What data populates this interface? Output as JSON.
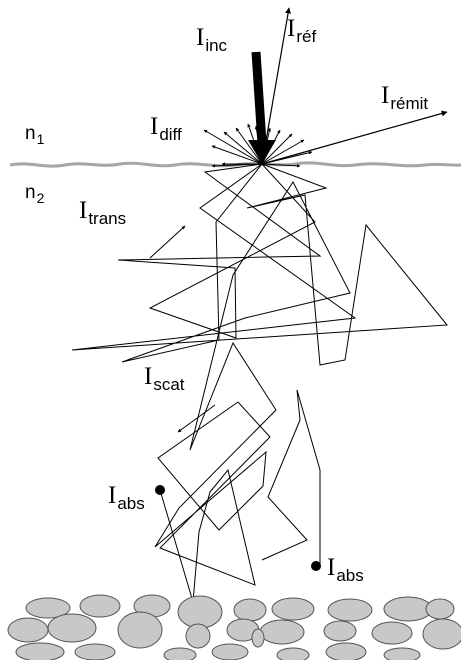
{
  "media": {
    "n1": {
      "base": "n",
      "sub": "1"
    },
    "n2": {
      "base": "n",
      "sub": "2"
    }
  },
  "labels": {
    "inc": {
      "base": "I",
      "sub": "inc"
    },
    "ref": {
      "base": "I",
      "sub": "réf"
    },
    "remit": {
      "base": "I",
      "sub": "rémit"
    },
    "diff": {
      "base": "I",
      "sub": "diff"
    },
    "trans": {
      "base": "I",
      "sub": "trans"
    },
    "scat": {
      "base": "I",
      "sub": "scat"
    },
    "abs1": {
      "base": "I",
      "sub": "abs"
    },
    "abs2": {
      "base": "I",
      "sub": "abs"
    }
  },
  "colors": {
    "line": "#000000",
    "interface": "#a6a6a6",
    "particle_fill": "#c8c8c8",
    "particle_stroke": "#555555"
  }
}
